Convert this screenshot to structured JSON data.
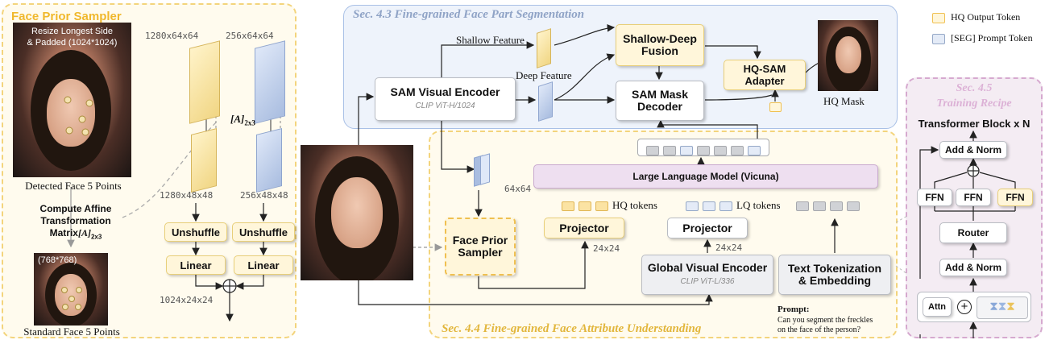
{
  "sections": {
    "face_prior_sampler": "Face Prior Sampler",
    "part_segmentation": "Sec. 4.3 Fine-grained Face Part Segmentation",
    "attribute_understanding": "Sec. 4.4 Fine-grained Face Attribute Understanding",
    "training_recipe_line1": "Sec. 4.5",
    "training_recipe_line2": "Training Recipe"
  },
  "legend": {
    "hq_output_token": "HQ Output Token",
    "seg_prompt_token": "[SEG] Prompt Token"
  },
  "sampler": {
    "resize_note_line1": "Resize Longest Side",
    "resize_note_line2": "& Padded (1024*1024)",
    "detected_caption": "Detected Face 5 Points",
    "affine_line1": "Compute Affine",
    "affine_line2": "Transformation",
    "affine_line3": "Matrix",
    "matrix_symbol": "[A]",
    "matrix_sub": "2x3",
    "standard_size": "(768*768)",
    "standard_caption": "Standard Face 5 Points",
    "dim_top_left": "1280x64x64",
    "dim_top_right": "256x64x64",
    "dim_mid_left": "1280x48x48",
    "dim_mid_right": "256x48x48",
    "unshuffle": "Unshuffle",
    "linear": "Linear",
    "dim_output": "1024x24x24"
  },
  "segmentation": {
    "shallow_feature": "Shallow Feature",
    "deep_feature": "Deep Feature",
    "sam_encoder": "SAM Visual Encoder",
    "sam_encoder_sub": "CLIP ViT-H/1024",
    "fusion_line1": "Shallow-Deep",
    "fusion_line2": "Fusion",
    "decoder_line1": "SAM Mask",
    "decoder_line2": "Decoder",
    "adapter_line1": "HQ-SAM",
    "adapter_line2": "Adapter",
    "hq_mask": "HQ Mask"
  },
  "understanding": {
    "dim_64": "64x64",
    "llm": "Large Language Model (Vicuna)",
    "hq_tokens": "HQ tokens",
    "lq_tokens": "LQ tokens",
    "fps_line1": "Face Prior",
    "fps_line2": "Sampler",
    "projector": "Projector",
    "dim_24a": "24x24",
    "dim_24b": "24x24",
    "global_encoder": "Global Visual Encoder",
    "global_encoder_sub": "CLIP ViT-L/336",
    "text_line1": "Text Tokenization",
    "text_line2": "& Embedding",
    "prompt_label": "Prompt:",
    "prompt_line1": "Can you segment the freckles",
    "prompt_line2": "on the face of the person?"
  },
  "transformer": {
    "title": "Transformer Block x N",
    "add_norm_top": "Add & Norm",
    "ffn1": "FFN",
    "ffn2": "FFN",
    "ffn3": "FFN",
    "router": "Router",
    "add_norm_bottom": "Add & Norm",
    "attn": "Attn"
  },
  "colors": {
    "yellow_fill": "#fff6da",
    "yellow_border": "#e8cf79",
    "blue_fill": "#eef3fb",
    "blue_border": "#a9c0e6",
    "pink_fill": "#f4ecf3",
    "pink_border": "#d6a9cf",
    "llm_fill": "#eedff0"
  }
}
